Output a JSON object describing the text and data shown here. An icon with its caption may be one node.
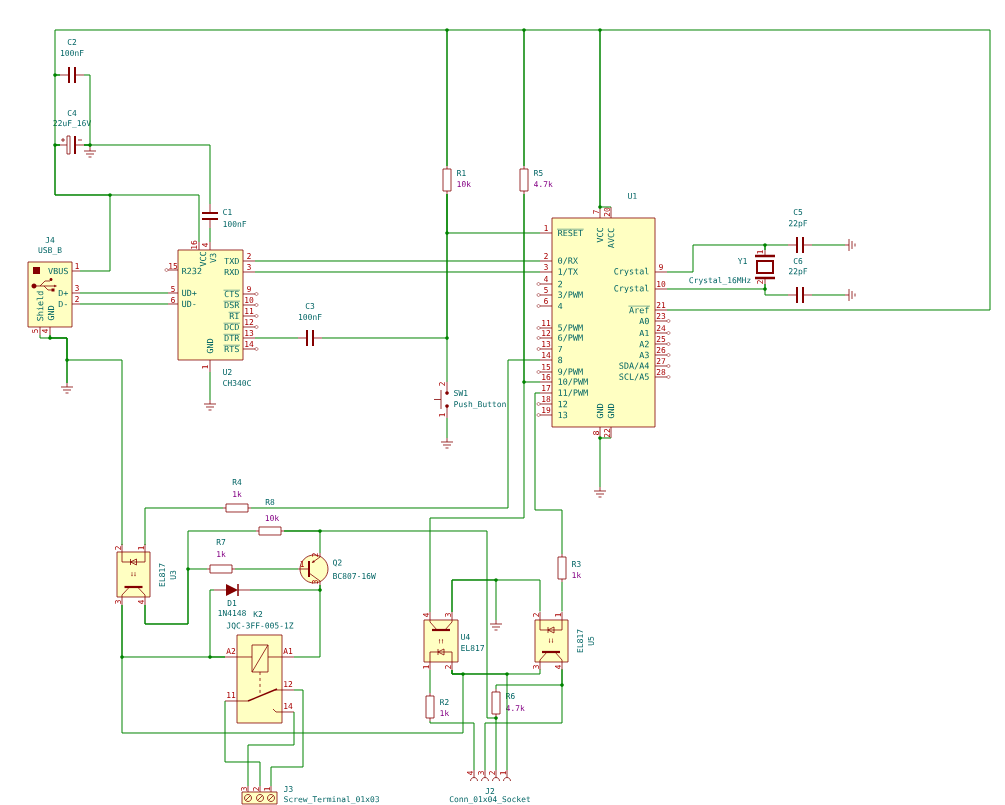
{
  "diagram": {
    "nodes": [
      {
        "text": [
          "C2",
          "100nF"
        ]
      },
      {
        "text": [
          "C4",
          "22uF_16V"
        ]
      },
      {
        "text": [
          "C1",
          "100nF"
        ]
      },
      {
        "text": [
          "J4",
          "USB_B",
          "VBUS",
          "D+",
          "D-",
          "Shield",
          "GND",
          "1",
          "3",
          "2",
          "5",
          "4"
        ]
      },
      {
        "text": [
          "U2",
          "CH340C",
          "R232",
          "VCC",
          "V3",
          "UD+",
          "UD-",
          "TXD",
          "RXD",
          "CTS",
          "DSR",
          "RI",
          "DCD",
          "DTR",
          "RTS",
          "GND",
          "16",
          "4",
          "15",
          "5",
          "6",
          "2",
          "3",
          "9",
          "10",
          "11",
          "12",
          "13",
          "14",
          "1"
        ]
      },
      {
        "text": [
          "C3",
          "100nF"
        ]
      },
      {
        "text": [
          "R1",
          "10k"
        ]
      },
      {
        "text": [
          "R5",
          "4.7k"
        ]
      },
      {
        "text": [
          "SW1",
          "Push_Button",
          "2",
          "1"
        ]
      },
      {
        "text": [
          "U1",
          "RESET",
          "0/RX",
          "1/TX",
          "2",
          "3/PWM",
          "4",
          "5/PWM",
          "6/PWM",
          "7",
          "8",
          "9/PWM",
          "10/PWM",
          "11/PWM",
          "12",
          "13",
          "VCC",
          "AVCC",
          "Crystal",
          "Crystal",
          "Aref",
          "A0",
          "A1",
          "A2",
          "A3",
          "SDA/A4",
          "SCL/A5",
          "GND",
          "GND",
          "1",
          "2",
          "3",
          "4",
          "5",
          "6",
          "11",
          "12",
          "13",
          "14",
          "15",
          "16",
          "17",
          "18",
          "19",
          "7",
          "20",
          "9",
          "10",
          "21",
          "23",
          "24",
          "25",
          "26",
          "27",
          "28",
          "8",
          "22"
        ]
      },
      {
        "text": [
          "Y1",
          "Crystal_16MHz",
          "1",
          "2"
        ]
      },
      {
        "text": [
          "C5",
          "22pF"
        ]
      },
      {
        "text": [
          "C6",
          "22pF"
        ]
      },
      {
        "text": [
          "R4",
          "1k"
        ]
      },
      {
        "text": [
          "R8",
          "10k"
        ]
      },
      {
        "text": [
          "EL817",
          "U3",
          "2",
          "1",
          "3",
          "4"
        ]
      },
      {
        "text": [
          "R7",
          "1k"
        ]
      },
      {
        "text": [
          "D1",
          "1N4148"
        ]
      },
      {
        "text": [
          "Q2",
          "BC807-16W",
          "1",
          "2",
          "3"
        ]
      },
      {
        "text": [
          "K2",
          "JQC-3FF-005-1Z",
          "A2",
          "A1",
          "11",
          "12",
          "14"
        ]
      },
      {
        "text": [
          "U4",
          "EL817",
          "4",
          "3",
          "1",
          "2"
        ]
      },
      {
        "text": [
          "EL817",
          "U5",
          "2",
          "1",
          "3",
          "4"
        ]
      },
      {
        "text": [
          "R3",
          "1k"
        ]
      },
      {
        "text": [
          "R2",
          "1k"
        ]
      },
      {
        "text": [
          "R6",
          "4.7k"
        ]
      },
      {
        "text": [
          "J3",
          "Screw_Terminal_01x03",
          "3",
          "2",
          "1"
        ]
      },
      {
        "text": [
          "J2",
          "Conn_01x04_Socket",
          "4",
          "3",
          "2",
          "1"
        ]
      },
      {
        "text": [],
        "shape": "ground"
      },
      {
        "text": [],
        "shape": "ground"
      },
      {
        "text": [],
        "shape": "ground"
      },
      {
        "text": [],
        "shape": "ground"
      },
      {
        "text": [],
        "shape": "ground"
      },
      {
        "text": [],
        "shape": "ground"
      },
      {
        "text": [],
        "shape": "ground"
      },
      {
        "text": [],
        "shape": "ground"
      }
    ],
    "edges": [
      {
        "from": 0,
        "to": 1,
        "arrow": "none"
      },
      {
        "from": 0,
        "to": 6,
        "arrow": "none"
      },
      {
        "from": 6,
        "to": 7,
        "arrow": "none"
      },
      {
        "from": 7,
        "to": 9,
        "arrow": "none"
      },
      {
        "from": 9,
        "to": 9,
        "arrow": "none"
      },
      {
        "from": 0,
        "to": 1,
        "arrow": "none"
      },
      {
        "from": 1,
        "to": 27,
        "arrow": "none"
      },
      {
        "from": 1,
        "to": 2,
        "arrow": "none"
      },
      {
        "from": 1,
        "to": 4,
        "arrow": "none"
      },
      {
        "from": 1,
        "to": 3,
        "arrow": "none"
      },
      {
        "from": 2,
        "to": 4,
        "arrow": "none"
      },
      {
        "from": 3,
        "to": 4,
        "arrow": "none"
      },
      {
        "from": 3,
        "to": 4,
        "arrow": "none"
      },
      {
        "from": 3,
        "to": 30,
        "arrow": "none"
      },
      {
        "from": 3,
        "to": 30,
        "arrow": "none"
      },
      {
        "from": 3,
        "to": 15,
        "arrow": "none"
      },
      {
        "from": 4,
        "to": 31,
        "arrow": "none"
      },
      {
        "from": 4,
        "to": 9,
        "arrow": "none"
      },
      {
        "from": 4,
        "to": 9,
        "arrow": "none"
      },
      {
        "from": 4,
        "to": 5,
        "arrow": "none"
      },
      {
        "from": 5,
        "to": 6,
        "arrow": "none"
      },
      {
        "from": 6,
        "to": 9,
        "arrow": "none"
      },
      {
        "from": 6,
        "to": 8,
        "arrow": "none"
      },
      {
        "from": 8,
        "to": 32,
        "arrow": "none"
      },
      {
        "from": 7,
        "to": 9,
        "arrow": "none"
      },
      {
        "from": 7,
        "to": 20,
        "arrow": "none"
      },
      {
        "from": 9,
        "to": 13,
        "arrow": "none"
      },
      {
        "from": 13,
        "to": 15,
        "arrow": "none"
      },
      {
        "from": 9,
        "to": 22,
        "arrow": "none"
      },
      {
        "from": 22,
        "to": 21,
        "arrow": "none"
      },
      {
        "from": 9,
        "to": 33,
        "arrow": "none"
      },
      {
        "from": 9,
        "to": 10,
        "arrow": "none"
      },
      {
        "from": 10,
        "to": 11,
        "arrow": "none"
      },
      {
        "from": 11,
        "to": 28,
        "arrow": "none"
      },
      {
        "from": 9,
        "to": 10,
        "arrow": "none"
      },
      {
        "from": 10,
        "to": 12,
        "arrow": "none"
      },
      {
        "from": 12,
        "to": 29,
        "arrow": "none"
      },
      {
        "from": 15,
        "to": 14,
        "arrow": "none"
      },
      {
        "from": 15,
        "to": 16,
        "arrow": "none"
      },
      {
        "from": 16,
        "to": 18,
        "arrow": "none"
      },
      {
        "from": 14,
        "to": 18,
        "arrow": "none"
      },
      {
        "from": 14,
        "to": 24,
        "arrow": "none"
      },
      {
        "from": 18,
        "to": 17,
        "arrow": "none"
      },
      {
        "from": 18,
        "to": 19,
        "arrow": "none"
      },
      {
        "from": 17,
        "to": 19,
        "arrow": "none"
      },
      {
        "from": 15,
        "to": 19,
        "arrow": "none"
      },
      {
        "from": 15,
        "to": 20,
        "arrow": "none"
      },
      {
        "from": 20,
        "to": 21,
        "arrow": "none"
      },
      {
        "from": 20,
        "to": 26,
        "arrow": "none"
      },
      {
        "from": 20,
        "to": 21,
        "arrow": "none"
      },
      {
        "from": 20,
        "to": 34,
        "arrow": "none"
      },
      {
        "from": 20,
        "to": 23,
        "arrow": "none"
      },
      {
        "from": 23,
        "to": 26,
        "arrow": "none"
      },
      {
        "from": 21,
        "to": 24,
        "arrow": "none"
      },
      {
        "from": 21,
        "to": 26,
        "arrow": "none"
      },
      {
        "from": 24,
        "to": 26,
        "arrow": "none"
      },
      {
        "from": 19,
        "to": 25,
        "arrow": "none"
      },
      {
        "from": 19,
        "to": 25,
        "arrow": "none"
      },
      {
        "from": 19,
        "to": 25,
        "arrow": "none"
      }
    ]
  }
}
